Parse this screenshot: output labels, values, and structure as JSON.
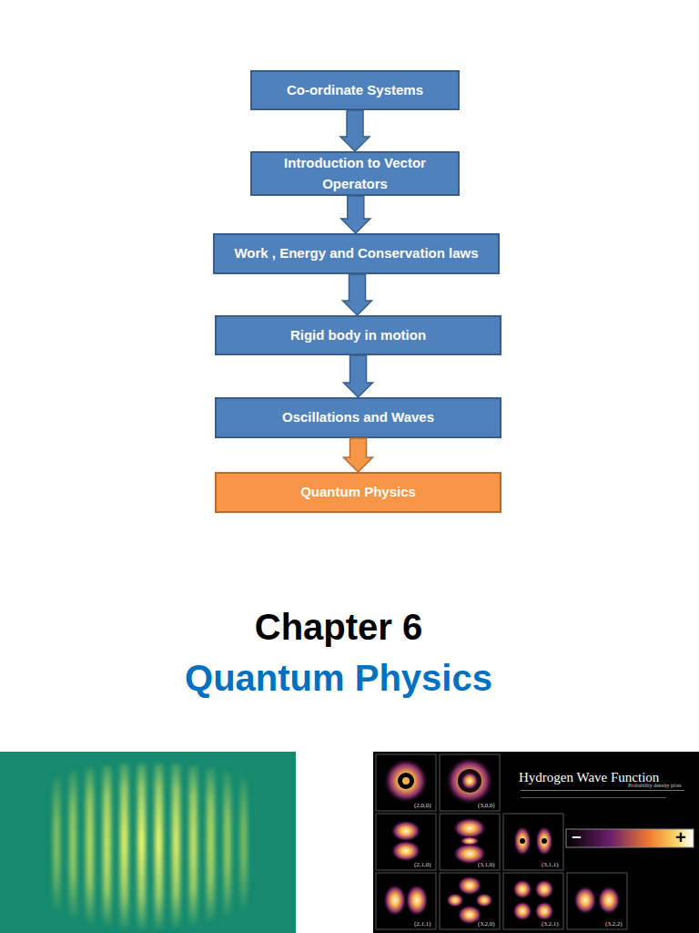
{
  "diagram": {
    "nodes": [
      {
        "text": [
          "Co-ordinate Systems"
        ]
      },
      {
        "text": [
          "Introduction to Vector Operators"
        ]
      },
      {
        "text": [
          "Work , Energy and Conservation laws"
        ]
      },
      {
        "text": [
          "Rigid body in motion"
        ]
      },
      {
        "text": [
          "Oscillations and Waves"
        ]
      },
      {
        "text": [
          "Quantum Physics"
        ]
      }
    ],
    "edges": [
      {
        "from": 0,
        "to": 1,
        "arrow": "to"
      },
      {
        "from": 1,
        "to": 2,
        "arrow": "to"
      },
      {
        "from": 2,
        "to": 3,
        "arrow": "to"
      },
      {
        "from": 3,
        "to": 4,
        "arrow": "to"
      },
      {
        "from": 4,
        "to": 5,
        "arrow": "to"
      }
    ],
    "labels": [
      "Chapter 6",
      "Quantum Physics",
      "Hydrogen Wave Function",
      "Probability density plots",
      "−",
      "+",
      "(2,0,0)",
      "(3,0,0)",
      "(2,1,0)",
      "(3,1,0)",
      "(3,1,1)",
      "(2,1,1)",
      "(3,2,0)",
      "(3,2,1)",
      "(3,2,2)"
    ]
  }
}
